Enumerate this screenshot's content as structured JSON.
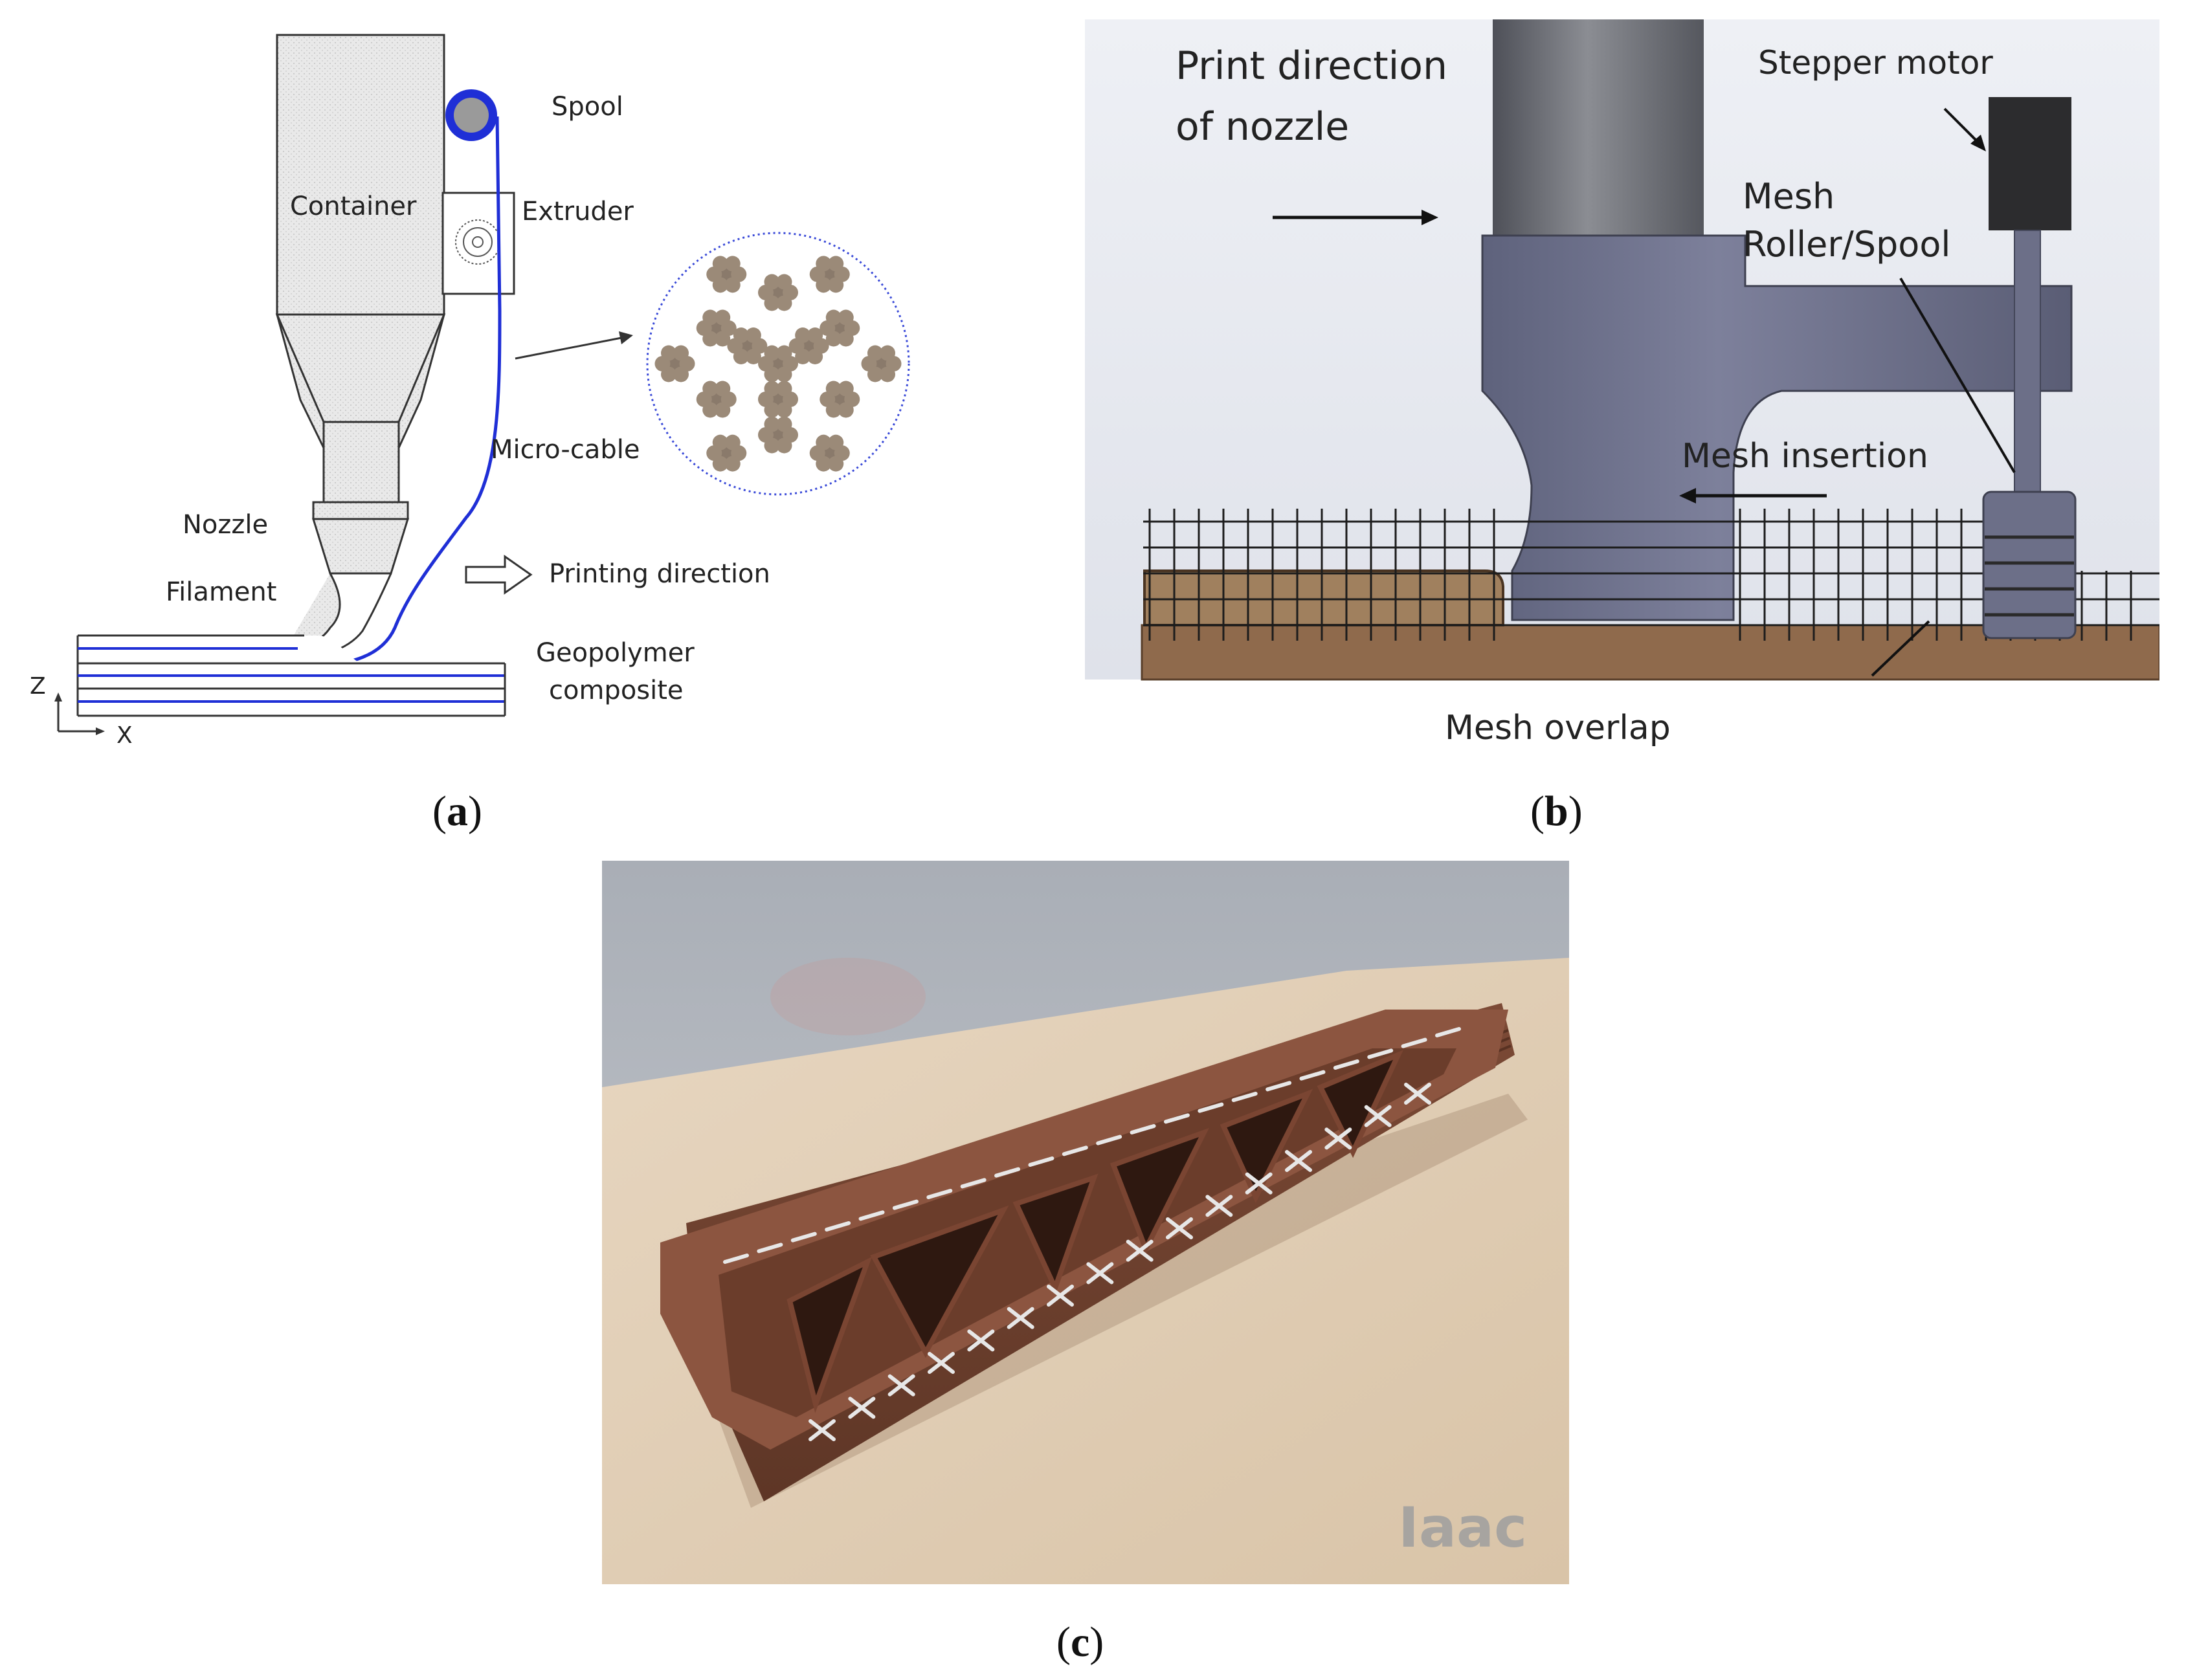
{
  "panel_a": {
    "labels": {
      "spool": "Spool",
      "container": "Container",
      "extruder": "Extruder",
      "micro_cable": "Micro-cable",
      "nozzle": "Nozzle",
      "filament": "Filament",
      "printing_direction": "Printing direction",
      "geopolymer_line1": "Geopolymer",
      "geopolymer_line2": "composite",
      "axis_z": "Z",
      "axis_x": "X"
    },
    "caption": "a"
  },
  "panel_b": {
    "labels": {
      "print_dir_line1": "Print direction",
      "print_dir_line2": "of nozzle",
      "stepper_motor": "Stepper motor",
      "mesh_roller_line1": "Mesh",
      "mesh_roller_line2": "Roller/Spool",
      "mesh_insertion": "Mesh insertion",
      "mesh_overlap": "Mesh overlap"
    },
    "caption": "b"
  },
  "panel_c": {
    "watermark": "Iaac",
    "caption": "c"
  },
  "colors": {
    "cable_blue": "#1f2fd6",
    "steel_gray": "#6c6f88",
    "clay_brown": "#8a5a44",
    "base_brown": "#8f6a4c"
  }
}
